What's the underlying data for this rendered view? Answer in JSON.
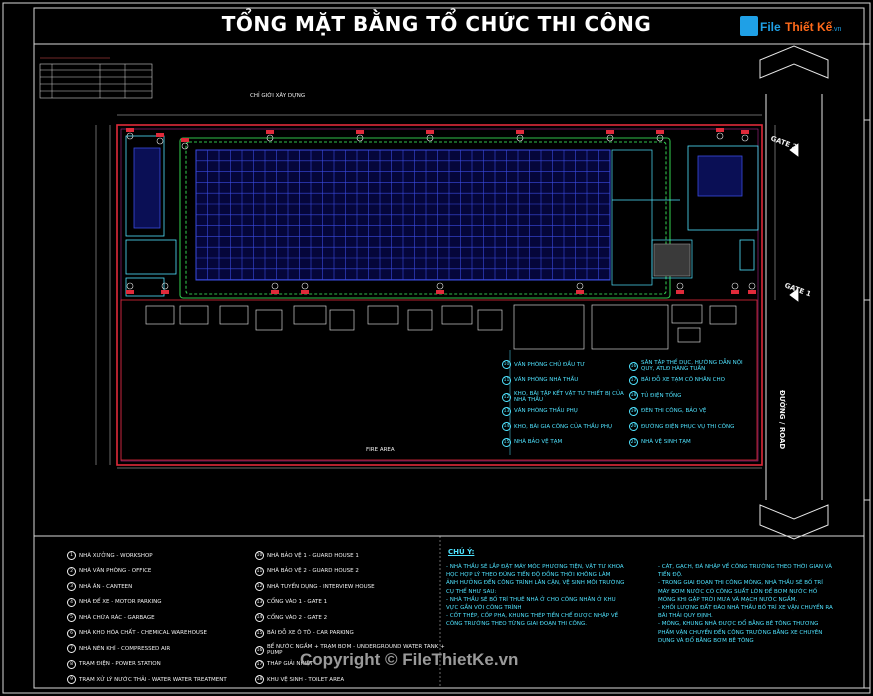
{
  "title": "TỔNG MẶT BẰNG TỔ CHỨC THI CÔNG",
  "logo": {
    "text": "File Thiết Kế",
    "suffix": ".vn"
  },
  "watermark": "Copyright © FileThietKe.vn",
  "site": {
    "fire_area": "FIRE AREA",
    "gate_1": "GATE 1",
    "gate_2": "GATE 2",
    "road": "ĐƯỜNG / ROAD",
    "boundary_note": "CHỈ GIỚI XÂY DỰNG"
  },
  "plan_legend": [
    {
      "no": "10",
      "text": "VĂN PHÒNG CHỦ ĐẦU TƯ"
    },
    {
      "no": "11",
      "text": "VĂN PHÒNG NHÀ THẦU"
    },
    {
      "no": "12",
      "text": "KHO, BÃI TẬP KẾT VẬT TƯ THIẾT BỊ CỦA NHÀ THẦU"
    },
    {
      "no": "13",
      "text": "VĂN PHÒNG THẦU PHỤ"
    },
    {
      "no": "14",
      "text": "KHO, BÃI GIA CÔNG CỦA THẦU PHỤ"
    },
    {
      "no": "15",
      "text": "NHÀ BẢO VỆ TẠM"
    },
    {
      "no": "16",
      "text": "SÂN TẬP THỂ DỤC, HƯỚNG DẪN NỘI QUY, ATLĐ HÀNG TUẦN"
    },
    {
      "no": "17",
      "text": "BÃI ĐỖ XE TẠM CÔ NHÂN CHO"
    },
    {
      "no": "18",
      "text": "TỦ ĐIỆN TỔNG"
    },
    {
      "no": "19",
      "text": "ĐÈN THI CÔNG, BẢO VỆ"
    },
    {
      "no": "20",
      "text": "ĐƯỜNG ĐIỆN PHỤC VỤ THI CÔNG"
    },
    {
      "no": "21",
      "text": "NHÀ VỆ SINH TẠM"
    }
  ],
  "legend_left": [
    {
      "no": "1",
      "text": "NHÀ XƯỞNG - WORKSHOP"
    },
    {
      "no": "2",
      "text": "NHÀ VĂN PHÒNG - OFFICE"
    },
    {
      "no": "3",
      "text": "NHÀ ĂN - CANTEEN"
    },
    {
      "no": "4",
      "text": "NHÀ ĐỂ XE - MOTOR PARKING"
    },
    {
      "no": "5",
      "text": "NHÀ CHỨA RÁC - GARBAGE"
    },
    {
      "no": "6",
      "text": "NHÀ KHO HÓA CHẤT - CHEMICAL WAREHOUSE"
    },
    {
      "no": "7",
      "text": "NHÀ NÉN KHÍ - COMPRESSED AIR"
    },
    {
      "no": "8",
      "text": "TRẠM ĐIỆN - POWER STATION"
    },
    {
      "no": "9",
      "text": "TRẠM XỬ LÝ NƯỚC THẢI - WATER WATER TREATMENT"
    }
  ],
  "legend_mid": [
    {
      "no": "10",
      "text": "NHÀ BẢO VỆ 1 - GUARD HOUSE 1"
    },
    {
      "no": "11",
      "text": "NHÀ BẢO VỆ 2 - GUARD HOUSE 2"
    },
    {
      "no": "12",
      "text": "NHÀ TUYỂN DỤNG - INTERVIEW HOUSE"
    },
    {
      "no": "13",
      "text": "CỔNG VÀO 1 - GATE 1"
    },
    {
      "no": "14",
      "text": "CỔNG VÀO 2 - GATE 2"
    },
    {
      "no": "15",
      "text": "BÃI ĐỖ XE Ô TÔ - CAR PARKING"
    },
    {
      "no": "16",
      "text": "BỂ NƯỚC NGẦM + TRẠM BƠM - UNDERGROUND WATER TANK + PUMP"
    },
    {
      "no": "17",
      "text": "THÁP GIẢI NHIỆT"
    },
    {
      "no": "18",
      "text": "KHU VỆ SINH - TOILET AREA"
    }
  ],
  "notes_title": "CHÚ Ý:",
  "notes_col1": "- NHÀ THẦU SẼ LẮP ĐẶT MÁY MÓC PHƯƠNG TIỆN, VẬT TƯ KHOA\nHỌC HỢP LÝ THEO ĐÚNG TIẾN ĐỘ ĐỒNG THỜI KHÔNG LÀM\nẢNH HƯỞNG ĐẾN CÔNG TRÌNH LÂN CẬN, VỆ SINH MÔI TRƯỜNG\nCỤ THỂ NHƯ SAU:\n- NHÀ THẦU SẼ BỐ TRÍ THUÊ NHÀ Ở CHO CÔNG NHÂN Ở KHU\nVỰC GẦN VỚI CÔNG TRÌNH\n- CỐT THÉP, CỐP PHA, KHUNG THÉP TIỀN CHẾ ĐƯỢC NHẬP VỀ\nCÔNG TRƯỜNG THEO TỪNG GIAI ĐOẠN THI CÔNG.",
  "notes_col2": "- CÁT, GẠCH, ĐÁ NHẬP VỀ CÔNG TRƯỜNG THEO THỜI GIAN VÀ\nTIẾN ĐỘ.\n- TRONG GIAI ĐOẠN THI CÔNG MÓNG, NHÀ THẦU SẼ BỐ TRÍ\nMÁY BƠM NƯỚC CÓ CÔNG SUẤT LỚN ĐỂ BƠM NƯỚC HỐ\nMÓNG KHI GẶP TRỜI MƯA VÀ MẠCH NƯỚC NGẦM.\n- KHỐI LƯỢNG ĐẤT ĐÀO NHÀ THẦU BỐ TRÍ XE VẬN CHUYỂN RA\nBÃI THẢI QUY ĐỊNH.\n- MÓNG, KHUNG NHÀ ĐƯỢC ĐỔ BẰNG BÊ TÔNG THƯƠNG\nPHẨM VẬN CHUYỂN ĐẾN CÔNG TRƯỜNG BẰNG XE CHUYÊN\nDỤNG VÀ ĐỔ BẰNG BƠM BÊ TÔNG"
}
